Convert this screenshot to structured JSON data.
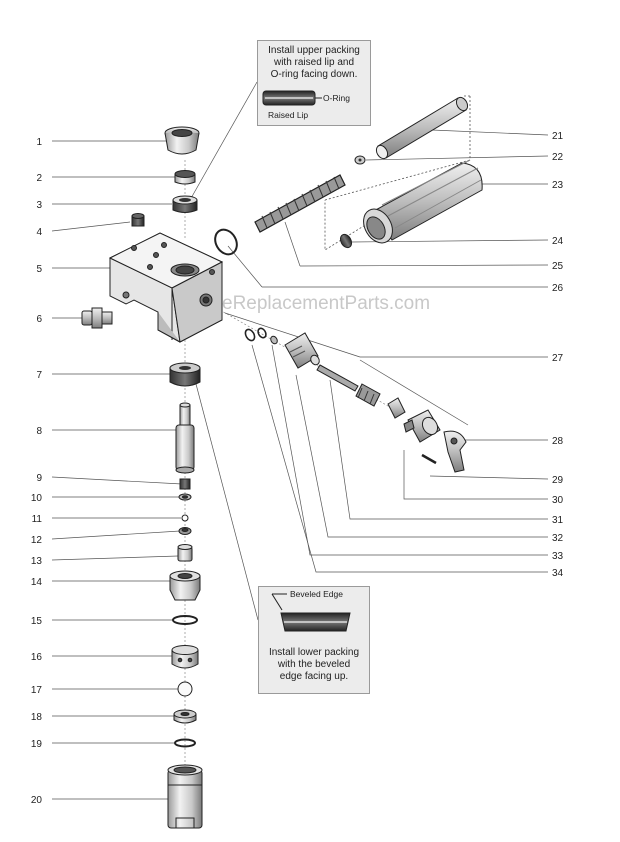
{
  "callouts": {
    "upper": {
      "lines": [
        "Install upper packing",
        "with raised lip and",
        "O-ring facing down."
      ],
      "oring_label": "O-Ring",
      "lip_label": "Raised Lip"
    },
    "lower": {
      "edge_label": "Beveled Edge",
      "lines": [
        "Install lower packing",
        "with the beveled",
        "edge facing up."
      ]
    }
  },
  "watermark": "eReplacementParts.com",
  "left_labels": [
    "1",
    "2",
    "3",
    "4",
    "5",
    "6",
    "7",
    "8",
    "9",
    "10",
    "11",
    "12",
    "13",
    "14",
    "15",
    "16",
    "17",
    "18",
    "19",
    "20"
  ],
  "right_labels": [
    "21",
    "22",
    "23",
    "24",
    "25",
    "26",
    "27",
    "28",
    "29",
    "30",
    "31",
    "32",
    "33",
    "34"
  ]
}
